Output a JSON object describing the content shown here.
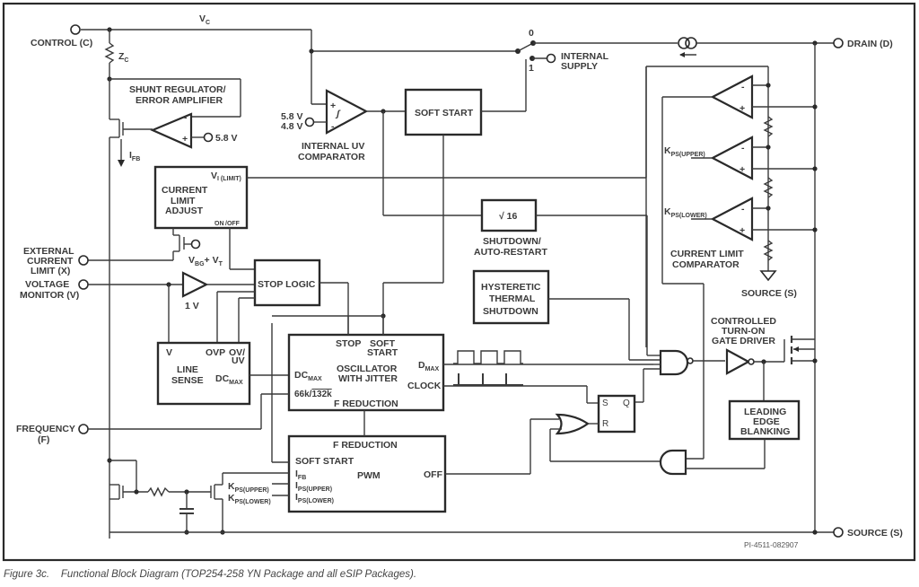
{
  "figure": {
    "caption": "Figure 3c.    Functional Block Diagram (TOP254-258 YN Package and all eSIP Packages).",
    "part_number": "PI-4511-082907"
  },
  "pins": {
    "control": "CONTROL (C)",
    "drain": "DRAIN (D)",
    "external_current_limit": [
      "EXTERNAL",
      "CURRENT",
      "LIMIT (X)"
    ],
    "voltage_monitor": [
      "VOLTAGE",
      "MONITOR (V)"
    ],
    "frequency": [
      "FREQUENCY",
      "(F)"
    ],
    "source_bottom": "SOURCE (S)",
    "source_ground": "SOURCE (S)",
    "internal_supply": [
      "INTERNAL",
      "SUPPLY"
    ]
  },
  "nets": {
    "vc": "V",
    "vc_sub": "C",
    "zc": "Z",
    "zc_sub": "C",
    "ifb": "I",
    "ifb_sub": "FB",
    "switch_0": "0",
    "switch_1": "1",
    "ref_5v8": "5.8 V",
    "uv_ref_high": "5.8 V",
    "uv_ref_low": "4.8 V",
    "vbg": "V",
    "vbg_sub": "BG",
    "vbg_plus": "+ V",
    "vt_sub": "T",
    "one_volt": "1 V",
    "kps_upper": "K",
    "kps_upper_sub": "PS(UPPER)",
    "kps_lower": "K",
    "kps_lower_sub": "PS(LOWER)"
  },
  "blocks": {
    "shunt_regulator": [
      "SHUNT REGULATOR/",
      "ERROR AMPLIFIER"
    ],
    "internal_uv": [
      "INTERNAL UV",
      "COMPARATOR"
    ],
    "soft_start": "SOFT START",
    "current_limit_adjust": {
      "title": [
        "CURRENT",
        "LIMIT",
        "ADJUST"
      ],
      "vi_limit": "V",
      "vi_limit_sub": "I (LIMIT)",
      "on_bar": "ON",
      "off": "/OFF"
    },
    "divider": {
      "label": "√ 16",
      "caption": [
        "SHUTDOWN/",
        "AUTO-RESTART"
      ]
    },
    "thermal": [
      "HYSTERETIC",
      "THERMAL",
      "SHUTDOWN"
    ],
    "stop_logic": "STOP LOGIC",
    "line_sense": {
      "title": [
        "LINE",
        "SENSE"
      ],
      "v": "V",
      "ovp": "OVP",
      "ovuv": [
        "OV/",
        "UV"
      ],
      "dcmax": "DC",
      "dcmax_sub": "MAX"
    },
    "oscillator": {
      "title": [
        "OSCILLATOR",
        "WITH JITTER"
      ],
      "stop": "STOP",
      "soft_start": [
        "SOFT",
        "START"
      ],
      "dcmax": "DC",
      "dcmax_sub": "MAX",
      "freq_sel_a": "66k/",
      "freq_sel_b": "132k",
      "f_reduction": "F REDUCTION",
      "dmax": "D",
      "dmax_sub": "MAX",
      "clock": "CLOCK"
    },
    "pwm": {
      "title": "PWM",
      "f_reduction": "F REDUCTION",
      "soft_start": "SOFT START",
      "ifb": "I",
      "ifb_sub": "FB",
      "ips_upper": "I",
      "ips_upper_sub": "PS(UPPER)",
      "ips_lower": "I",
      "ips_lower_sub": "PS(LOWER)",
      "off": "OFF"
    },
    "current_limit_comparator": [
      "CURRENT LIMIT",
      "COMPARATOR"
    ],
    "gate_driver": [
      "CONTROLLED",
      "TURN-ON",
      "GATE DRIVER"
    ],
    "leb": [
      "LEADING",
      "EDGE",
      "BLANKING"
    ],
    "latch": {
      "s": "S",
      "r": "R",
      "q": "Q"
    },
    "opamp_minus": "-",
    "opamp_plus": "+"
  }
}
